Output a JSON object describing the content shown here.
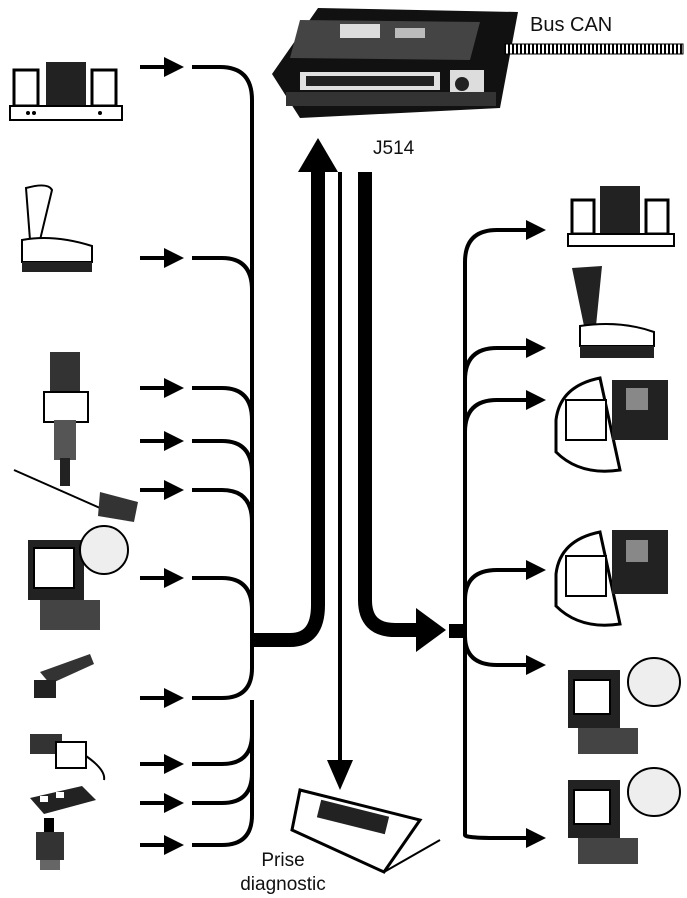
{
  "labels": {
    "bus": "Bus CAN",
    "ecu": "J514",
    "diagnostic_line1": "Prise",
    "diagnostic_line2": "diagnostic"
  },
  "colors": {
    "line": "#000000",
    "device_fill": "#1a1a1a",
    "device_light": "#d9d9d9",
    "background": "#ffffff"
  },
  "inputs": [
    {
      "icon": "dashboard-icon"
    },
    {
      "icon": "gear-selector-icon"
    },
    {
      "icon": "valve-sensor-icon"
    },
    {
      "icon": "valve-sensor-icon"
    },
    {
      "icon": "throttle-cable-icon"
    },
    {
      "icon": "actuator-reservoir-icon"
    },
    {
      "icon": "switch-sensor-icon"
    },
    {
      "icon": "pressure-switch-icon"
    },
    {
      "icon": "connector-sensor-icon"
    },
    {
      "icon": "temperature-sensor-icon"
    }
  ],
  "outputs": [
    {
      "icon": "dashboard-icon"
    },
    {
      "icon": "gear-selector-icon"
    },
    {
      "icon": "gearbox-actuator-icon"
    },
    {
      "icon": "gearbox-actuator-icon"
    },
    {
      "icon": "hydraulic-unit-icon"
    },
    {
      "icon": "hydraulic-unit-icon"
    }
  ]
}
